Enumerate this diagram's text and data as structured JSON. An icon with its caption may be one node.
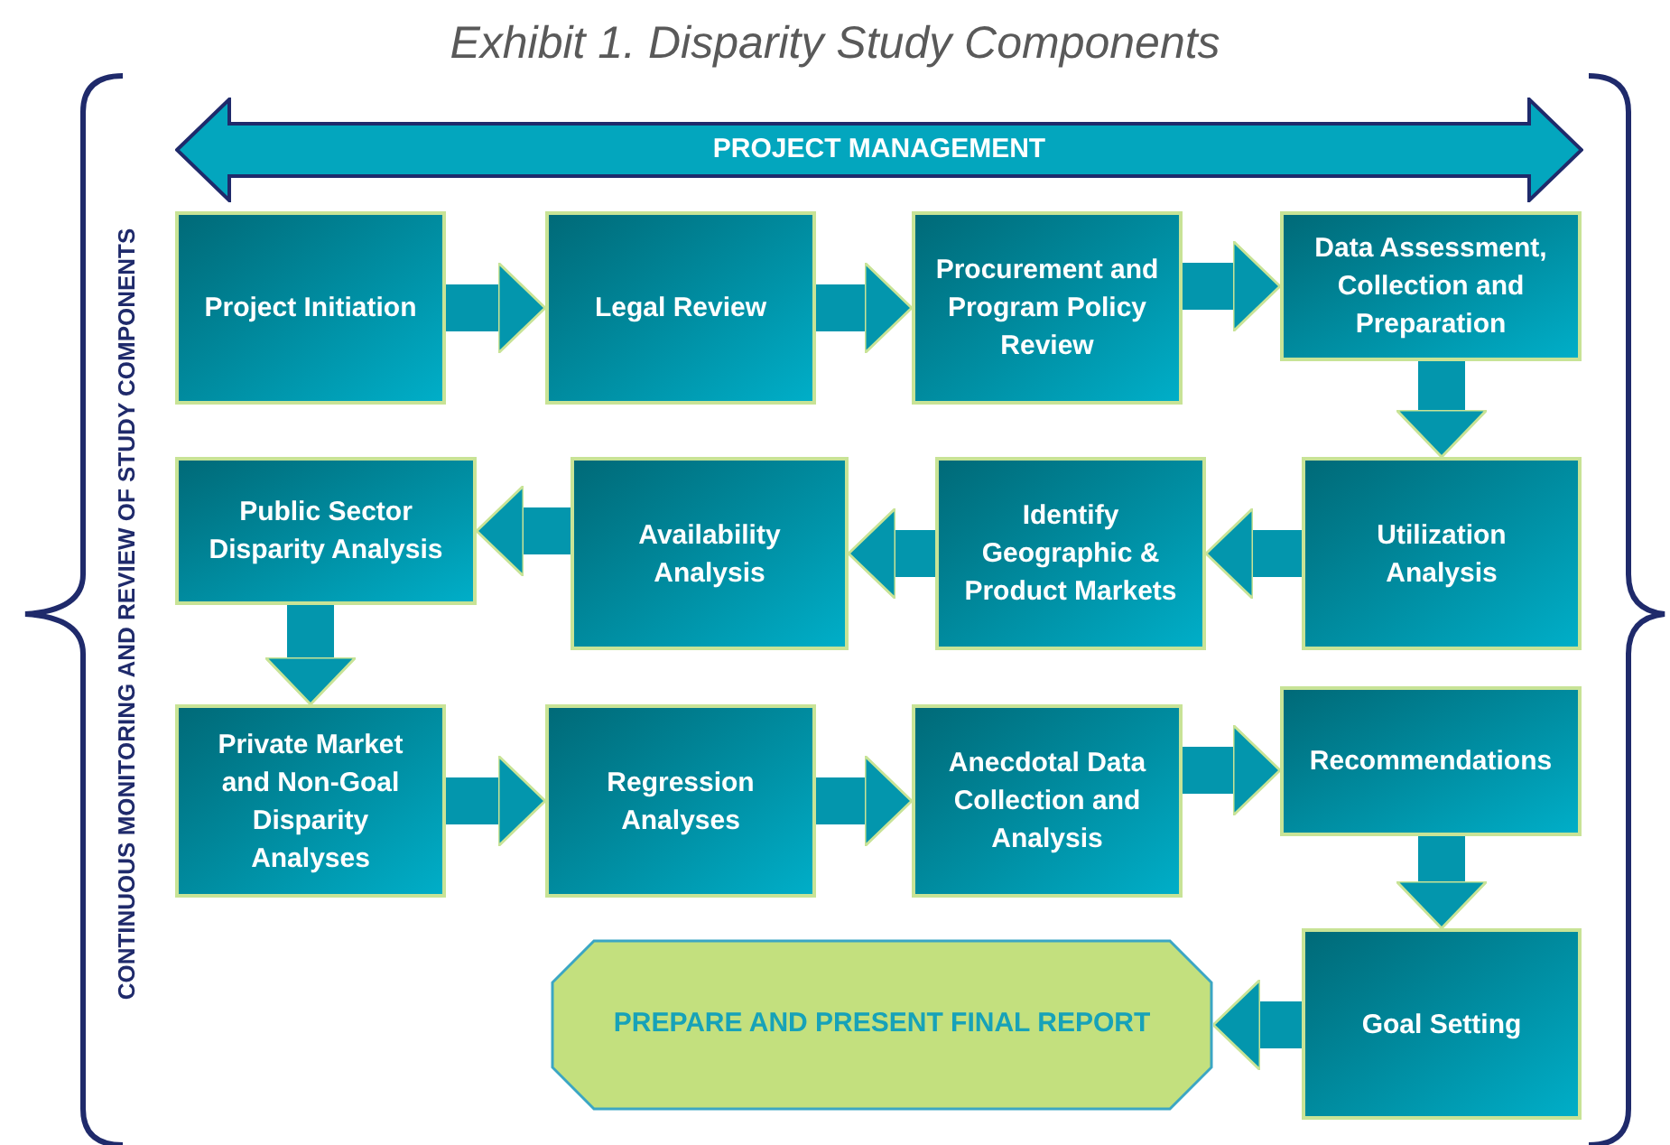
{
  "diagram": {
    "title": "Exhibit 1. Disparity Study Components",
    "nodes": [
      {
        "text": [
          "PROJECT MANAGEMENT"
        ]
      },
      {
        "text": [
          "Project Initiation"
        ]
      },
      {
        "text": [
          "Legal Review"
        ]
      },
      {
        "text": [
          "Procurement and Program Policy Review"
        ]
      },
      {
        "text": [
          "Data Assessment, Collection and Preparation"
        ]
      },
      {
        "text": [
          "Public Sector Disparity Analysis"
        ]
      },
      {
        "text": [
          "Availability Analysis"
        ]
      },
      {
        "text": [
          "Identify Geographic & Product Markets"
        ]
      },
      {
        "text": [
          "Utilization Analysis"
        ]
      },
      {
        "text": [
          "Private Market and Non-Goal Disparity Analyses"
        ]
      },
      {
        "text": [
          "Regression Analyses"
        ]
      },
      {
        "text": [
          "Anecdotal Data Collection and Analysis"
        ]
      },
      {
        "text": [
          "Recommendations"
        ]
      },
      {
        "text": [
          "PREPARE AND PRESENT FINAL REPORT"
        ]
      },
      {
        "text": [
          "Goal Setting"
        ]
      }
    ],
    "edges": [
      {
        "from": 1,
        "to": 2,
        "arrow": "to"
      },
      {
        "from": 2,
        "to": 3,
        "arrow": "to"
      },
      {
        "from": 3,
        "to": 4,
        "arrow": "to"
      },
      {
        "from": 4,
        "to": 8,
        "arrow": "to"
      },
      {
        "from": 8,
        "to": 7,
        "arrow": "to"
      },
      {
        "from": 7,
        "to": 6,
        "arrow": "to"
      },
      {
        "from": 6,
        "to": 5,
        "arrow": "to"
      },
      {
        "from": 5,
        "to": 9,
        "arrow": "to"
      },
      {
        "from": 9,
        "to": 10,
        "arrow": "to"
      },
      {
        "from": 10,
        "to": 11,
        "arrow": "to"
      },
      {
        "from": 11,
        "to": 12,
        "arrow": "to"
      },
      {
        "from": 12,
        "to": 14,
        "arrow": "to"
      },
      {
        "from": 14,
        "to": 13,
        "arrow": "to"
      }
    ],
    "labels": [
      "CONTINUOUS MONITORING AND REVIEW OF STUDY COMPONENTS"
    ]
  }
}
